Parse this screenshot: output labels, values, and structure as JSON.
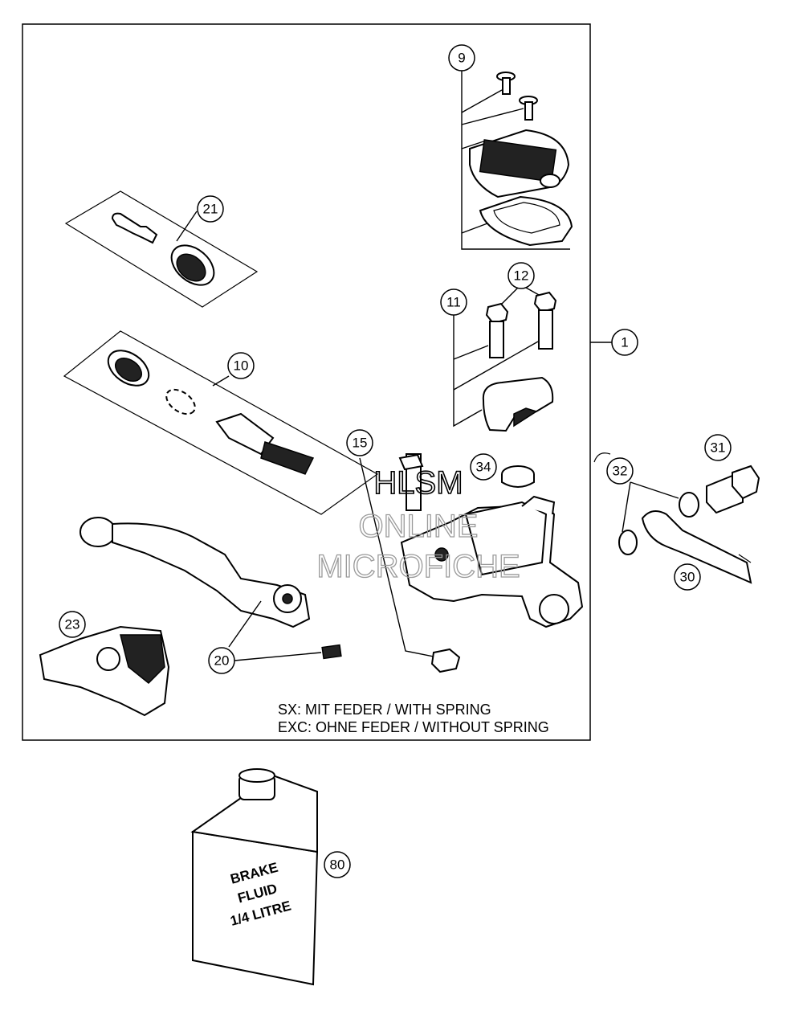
{
  "callouts": [
    {
      "label": "9"
    },
    {
      "label": "21"
    },
    {
      "label": "12"
    },
    {
      "label": "11"
    },
    {
      "label": "1"
    },
    {
      "label": "10"
    },
    {
      "label": "15"
    },
    {
      "label": "34"
    },
    {
      "label": "31"
    },
    {
      "label": "32"
    },
    {
      "label": "30"
    },
    {
      "label": "23"
    },
    {
      "label": "20"
    },
    {
      "label": "80"
    }
  ],
  "notes": {
    "line1": "SX: MIT FEDER / WITH SPRING",
    "line2": "EXC: OHNE FEDER / WITHOUT SPRING"
  },
  "bottle": {
    "line1": "BRAKE",
    "line2": "FLUID",
    "line3": "1/4 LITRE"
  },
  "watermark": {
    "line1": "HLSM",
    "line2": "ONLINE",
    "line3": "MICROFICHE"
  }
}
